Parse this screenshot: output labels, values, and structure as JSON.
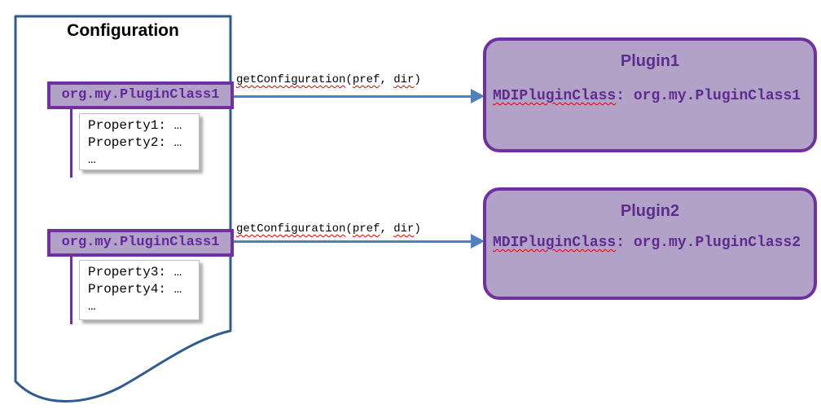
{
  "colors": {
    "doc_border": "#2f5c8f",
    "arrow_blue": "#4f81bd",
    "purple_fill": "#b2a2c7",
    "purple_border": "#7030a0",
    "purple_text": "#5e2b8f",
    "class_text": "#63279e",
    "card_border": "#bfbfbf",
    "squiggle_red": "#e00000"
  },
  "document": {
    "title": "Configuration",
    "entries": [
      {
        "class_name": "org.my.PluginClass1",
        "properties": [
          "Property1: …",
          "Property2: …",
          "…"
        ]
      },
      {
        "class_name": "org.my.PluginClass1",
        "properties": [
          "Property3: …",
          "Property4: …",
          "…"
        ]
      }
    ]
  },
  "arrows": [
    {
      "label_parts": [
        {
          "text": "getConfiguration"
        },
        {
          "text": "("
        },
        {
          "text": "pref"
        },
        {
          "text": ", "
        },
        {
          "text": "dir"
        },
        {
          "text": ")"
        }
      ]
    },
    {
      "label_parts": [
        {
          "text": "getConfiguration"
        },
        {
          "text": "("
        },
        {
          "text": "pref"
        },
        {
          "text": ", "
        },
        {
          "text": "dir"
        },
        {
          "text": ")"
        }
      ]
    }
  ],
  "plugins": [
    {
      "title": "Plugin1",
      "body_key": "MDIPluginClass",
      "body_separator": ": ",
      "body_value": "org.my.PluginClass1"
    },
    {
      "title": "Plugin2",
      "body_key": "MDIPluginClass",
      "body_separator": ": ",
      "body_value": "org.my.PluginClass2"
    }
  ]
}
